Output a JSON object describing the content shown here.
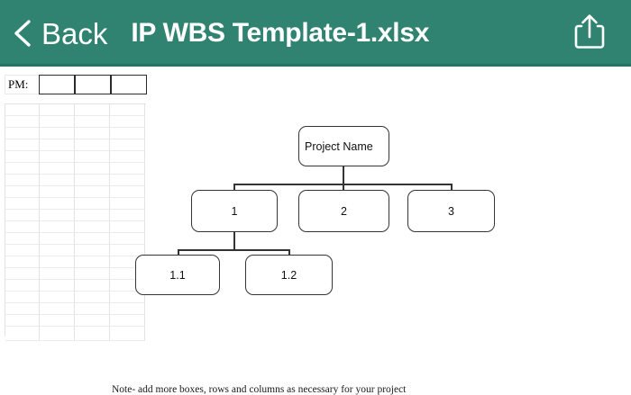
{
  "header": {
    "back_label": "Back",
    "title": "IP WBS Template-1.xlsx",
    "back_icon": "chevron-left-icon",
    "share_icon": "share-icon",
    "background_color": "#2F8370",
    "text_color": "#FFFFFF"
  },
  "sheet": {
    "pm_row": {
      "label": "PM:",
      "cells": [
        "",
        "",
        ""
      ]
    },
    "grid": {
      "columns": 4,
      "rows": 20
    },
    "note": "Note- add more boxes, rows and columns as necessary for your project"
  },
  "wbs": {
    "nodes": [
      {
        "id": "root",
        "label": "Project Name",
        "level": 0
      },
      {
        "id": "n1",
        "label": "1",
        "level": 1
      },
      {
        "id": "n2",
        "label": "2",
        "level": 1
      },
      {
        "id": "n3",
        "label": "3",
        "level": 1
      },
      {
        "id": "n11",
        "label": "1.1",
        "level": 2
      },
      {
        "id": "n12",
        "label": "1.2",
        "level": 2
      }
    ],
    "border_color": "#343434"
  }
}
